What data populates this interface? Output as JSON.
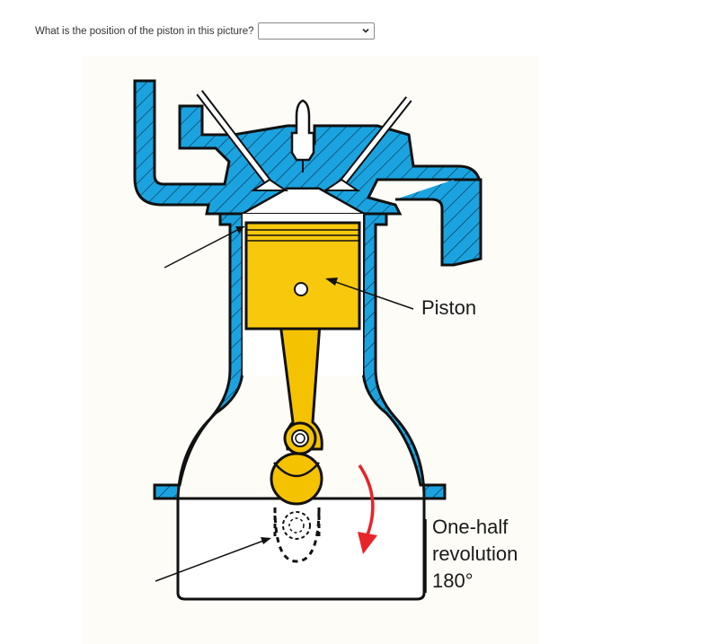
{
  "question": {
    "text": "What is the position of the piston in this picture?",
    "selected_value": ""
  },
  "figure": {
    "piston_label": "Piston",
    "revolution_line1": "One-half",
    "revolution_line2": "revolution",
    "revolution_line3": "180°"
  },
  "colors": {
    "cylinder_blue": "#1ba3e0",
    "piston_yellow": "#f8c80c",
    "rod_yellow": "#f5c200",
    "arrow_red": "#e8232a",
    "outline": "#111111"
  }
}
